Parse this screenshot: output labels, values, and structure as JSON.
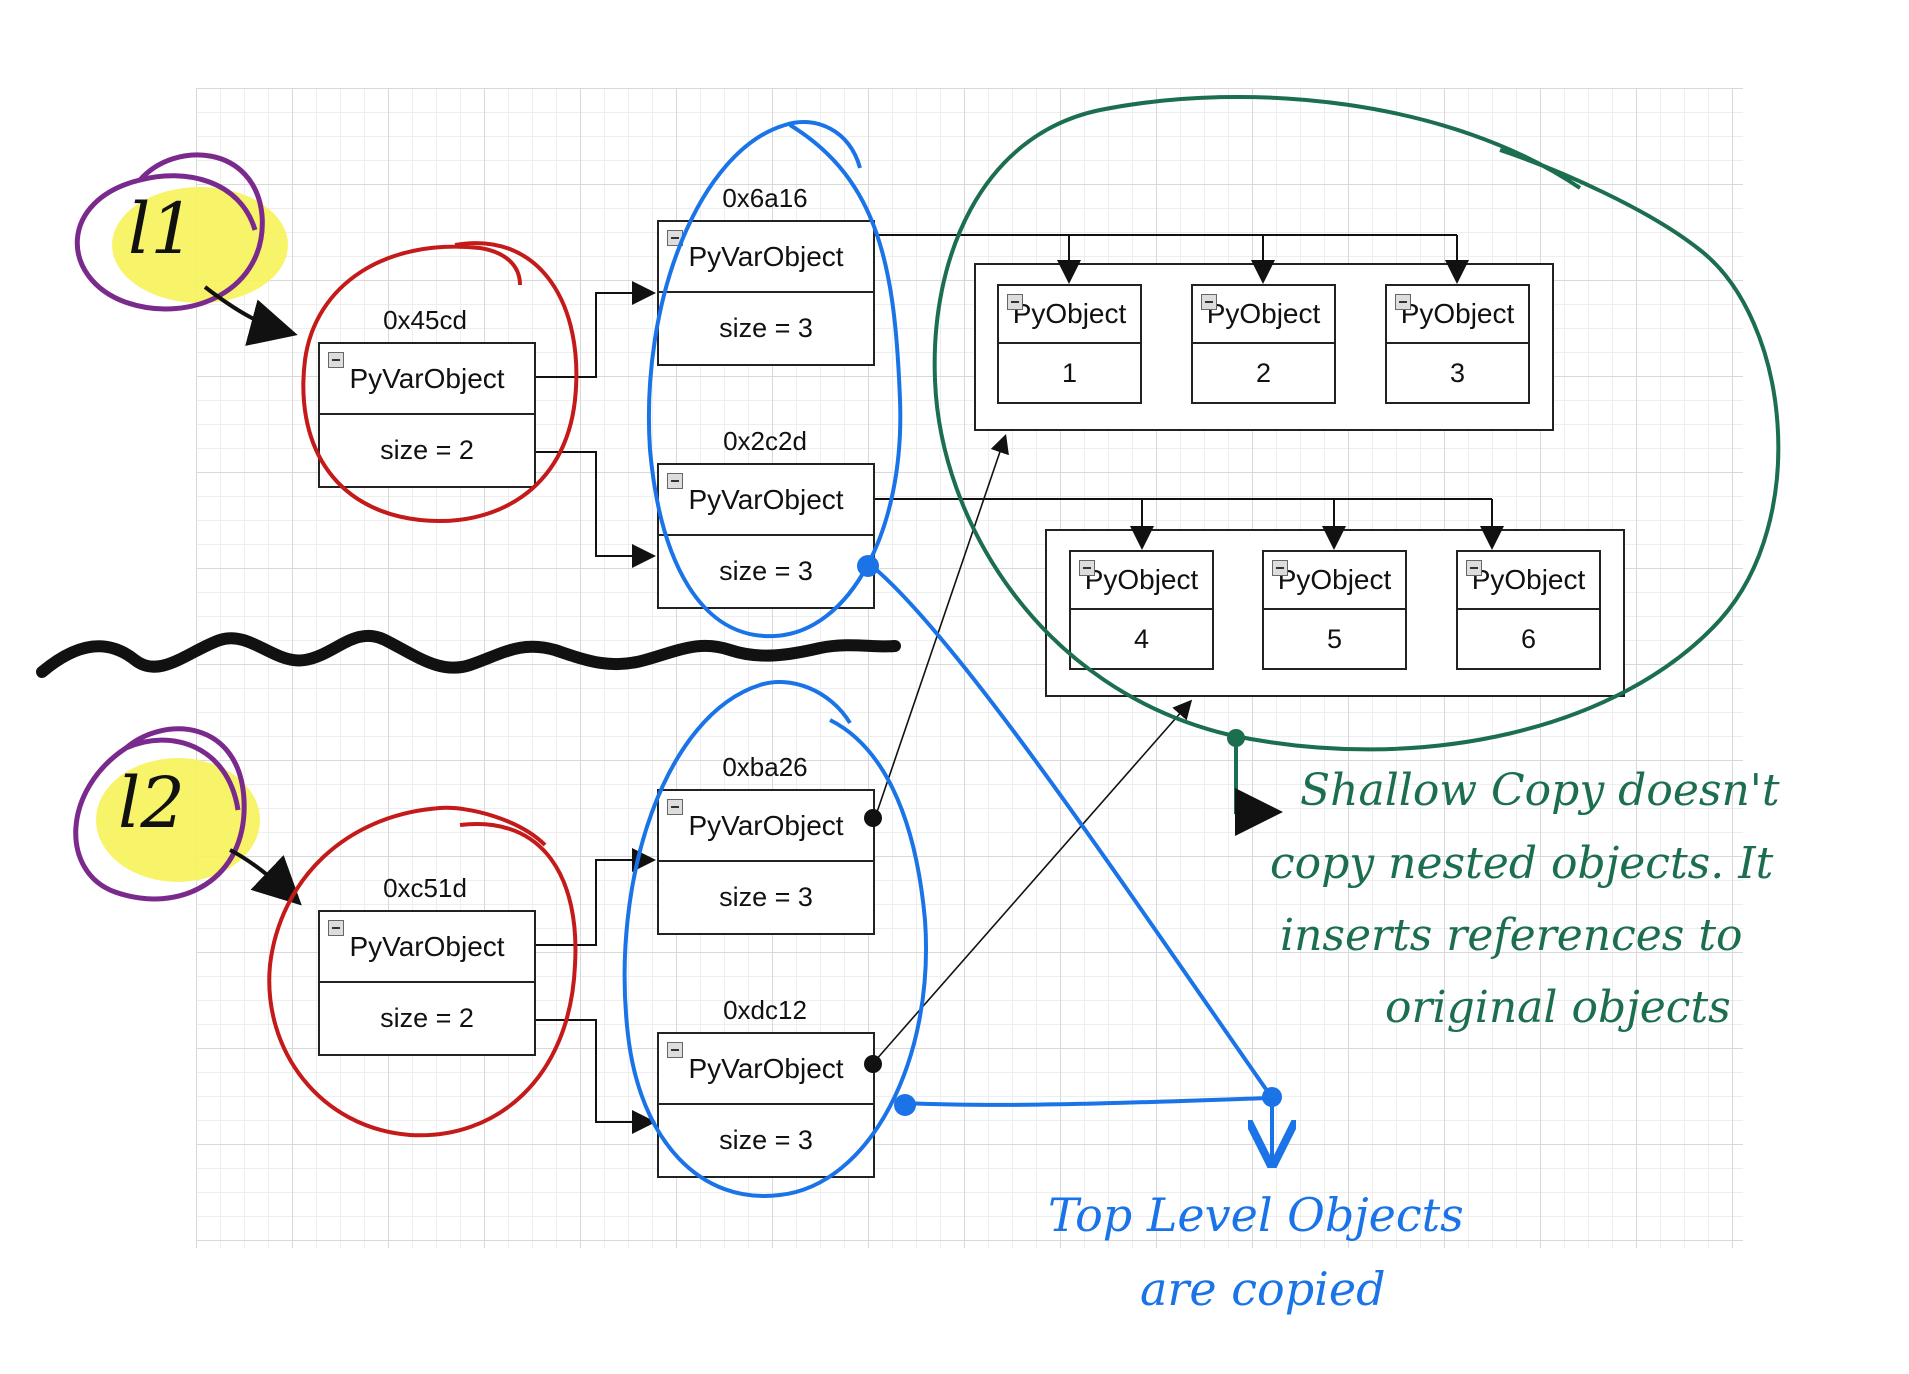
{
  "labels": {
    "l1": "l1",
    "l2": "l2"
  },
  "outer_lists": [
    {
      "address": "0x45cd",
      "type": "PyVarObject",
      "size": "size = 2"
    },
    {
      "address": "0xc51d",
      "type": "PyVarObject",
      "size": "size = 2"
    }
  ],
  "inner_lists_original": [
    {
      "address": "0x6a16",
      "type": "PyVarObject",
      "size": "size = 3"
    },
    {
      "address": "0x2c2d",
      "type": "PyVarObject",
      "size": "size = 3"
    }
  ],
  "inner_lists_copy": [
    {
      "address": "0xba26",
      "type": "PyVarObject",
      "size": "size = 3"
    },
    {
      "address": "0xdc12",
      "type": "PyVarObject",
      "size": "size = 3"
    }
  ],
  "objects_group_1": [
    {
      "type": "PyObject",
      "value": "1"
    },
    {
      "type": "PyObject",
      "value": "2"
    },
    {
      "type": "PyObject",
      "value": "3"
    }
  ],
  "objects_group_2": [
    {
      "type": "PyObject",
      "value": "4"
    },
    {
      "type": "PyObject",
      "value": "5"
    },
    {
      "type": "PyObject",
      "value": "6"
    }
  ],
  "annotations": {
    "green_note": [
      "Shallow Copy doesn't",
      "copy nested objects. It",
      "inserts references to",
      "original objects"
    ],
    "blue_note": [
      "Top Level Objects",
      "are copied"
    ]
  },
  "colors": {
    "red": "#c41a1a",
    "blue": "#1a74e8",
    "green": "#1b6e4e",
    "purple": "#7a2a8c",
    "yellow": "#f7f35a"
  }
}
